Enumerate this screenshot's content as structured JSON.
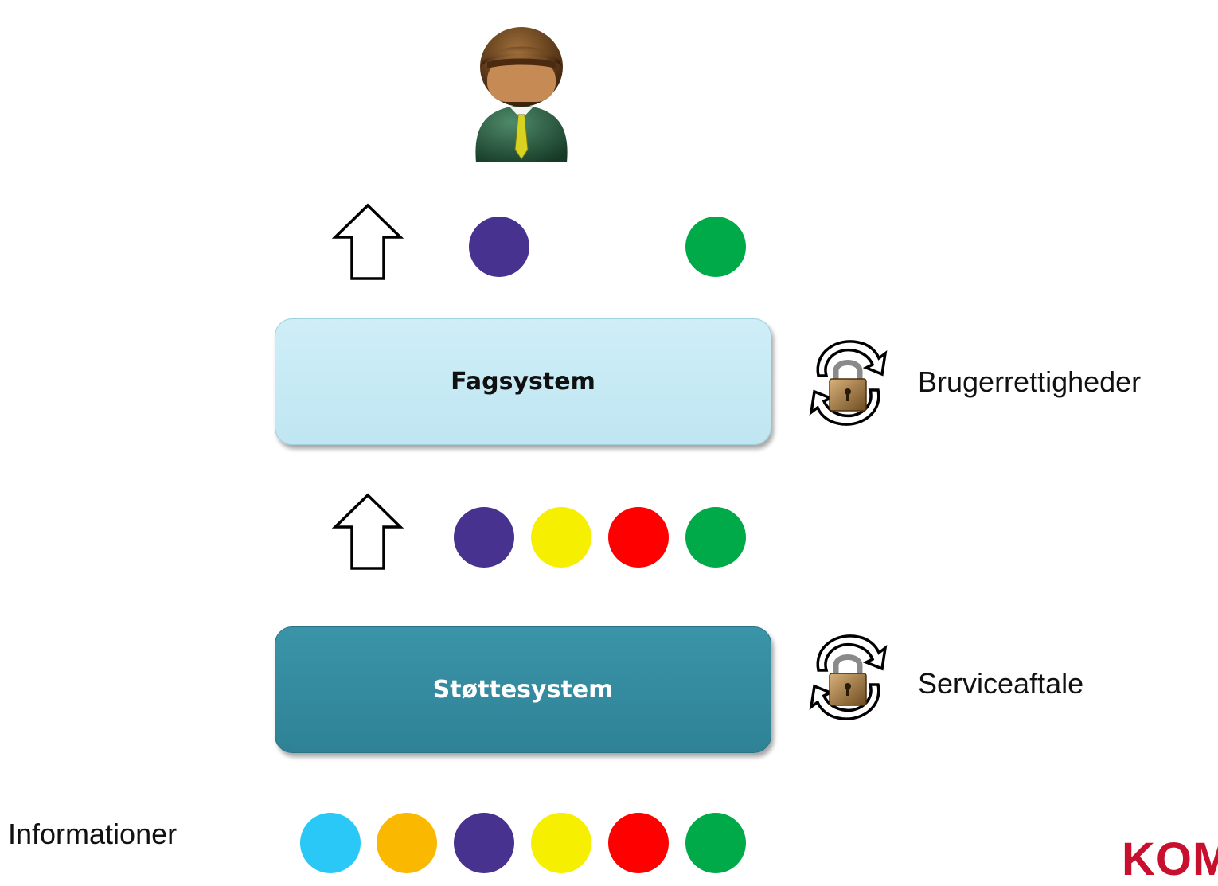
{
  "labels": {
    "fagsystem": "Fagsystem",
    "stottesystem": "Støttesystem",
    "brugerrettigheder": "Brugerrettigheder",
    "serviceaftale": "Serviceaftale",
    "informationer": "Informationer",
    "logo": "KOMB"
  },
  "colors": {
    "light_blue": "#29c8f6",
    "orange": "#fbb800",
    "purple": "#47338f",
    "yellow": "#f7ef00",
    "red": "#ff0000",
    "green": "#00aa48"
  },
  "icons": {
    "user": "user-avatar-icon",
    "up_arrow": "up-arrow-icon",
    "lock": "padlock-sync-icon"
  }
}
